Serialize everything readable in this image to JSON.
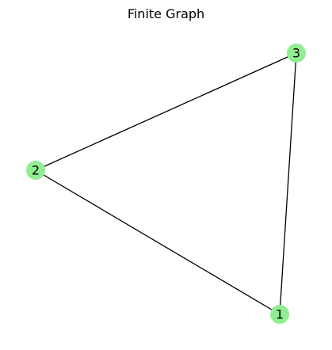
{
  "title": "Finite Graph",
  "style": {
    "node_color": "#90ee90",
    "edge_color": "#000000"
  },
  "graph": {
    "nodes": [
      {
        "id": "1",
        "label": "1"
      },
      {
        "id": "2",
        "label": "2"
      },
      {
        "id": "3",
        "label": "3"
      }
    ],
    "edges": [
      {
        "source": "1",
        "target": "2"
      },
      {
        "source": "2",
        "target": "3"
      },
      {
        "source": "3",
        "target": "1"
      }
    ]
  }
}
